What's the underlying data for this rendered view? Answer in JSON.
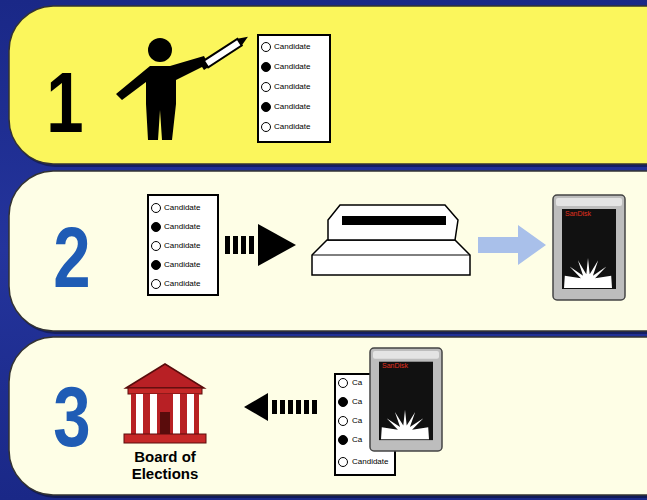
{
  "diagram": {
    "nodes": [
      {
        "text": [
          "1"
        ]
      },
      {
        "text": [
          "2"
        ]
      },
      {
        "text": [
          "3"
        ]
      },
      {
        "text": [
          "Board of Elections"
        ],
        "in": 2
      }
    ],
    "labels": [
      "Candidate",
      "Candidate",
      "Candidate",
      "Candidate",
      "Candidate",
      "Candidate",
      "Candidate",
      "Candidate",
      "Candidate",
      "Candidate",
      "SanDisk",
      "Ca",
      "Ca",
      "Ca",
      "Ca",
      "Candidate",
      "SanDisk"
    ]
  }
}
